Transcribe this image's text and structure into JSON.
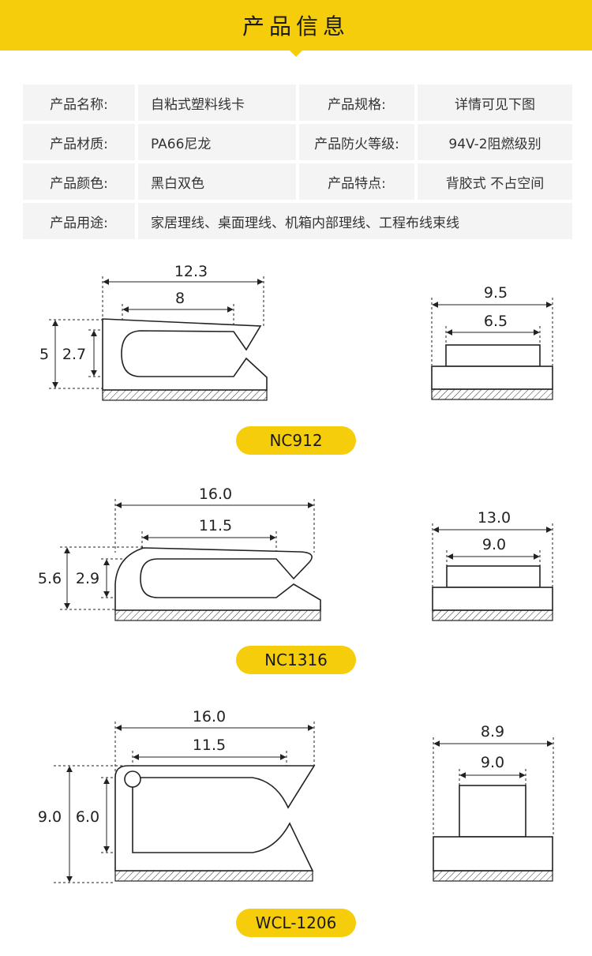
{
  "header": {
    "title": "产品信息"
  },
  "info": {
    "rows": [
      [
        {
          "text": "产品名称:"
        },
        {
          "text": "自粘式塑料线卡"
        },
        {
          "text": "产品规格:"
        },
        {
          "text": "详情可见下图"
        }
      ],
      [
        {
          "text": "产品材质:"
        },
        {
          "text": "PA66尼龙"
        },
        {
          "text": "产品防火等级:"
        },
        {
          "text": "94V-2阻燃级别"
        }
      ],
      [
        {
          "text": "产品颜色:"
        },
        {
          "text": "黑白双色"
        },
        {
          "text": "产品特点:"
        },
        {
          "text": "背胶式 不占空间"
        }
      ],
      [
        {
          "text": "产品用途:"
        },
        {
          "text": "家居理线、桌面理线、机箱内部理线、工程布线束线"
        }
      ]
    ]
  },
  "models": [
    {
      "name": "NC912",
      "side": {
        "overall_length": "12.3",
        "slot_length": "8",
        "overall_height": "5",
        "slot_height": "2.7"
      },
      "end": {
        "base_width": "9.5",
        "top_width": "6.5"
      }
    },
    {
      "name": "NC1316",
      "side": {
        "overall_length": "16.0",
        "slot_length": "11.5",
        "overall_height": "5.6",
        "slot_height": "2.9"
      },
      "end": {
        "base_width": "13.0",
        "top_width": "9.0"
      }
    },
    {
      "name": "WCL-1206",
      "side": {
        "overall_length": "16.0",
        "slot_length": "11.5",
        "overall_height": "9.0",
        "slot_height": "6.0"
      },
      "end": {
        "base_width": "8.9",
        "top_width": "9.0"
      }
    }
  ],
  "colors": {
    "accent": "#f6cd0a",
    "cell_bg": "#f4f4f4",
    "line": "#1a1a1a"
  }
}
